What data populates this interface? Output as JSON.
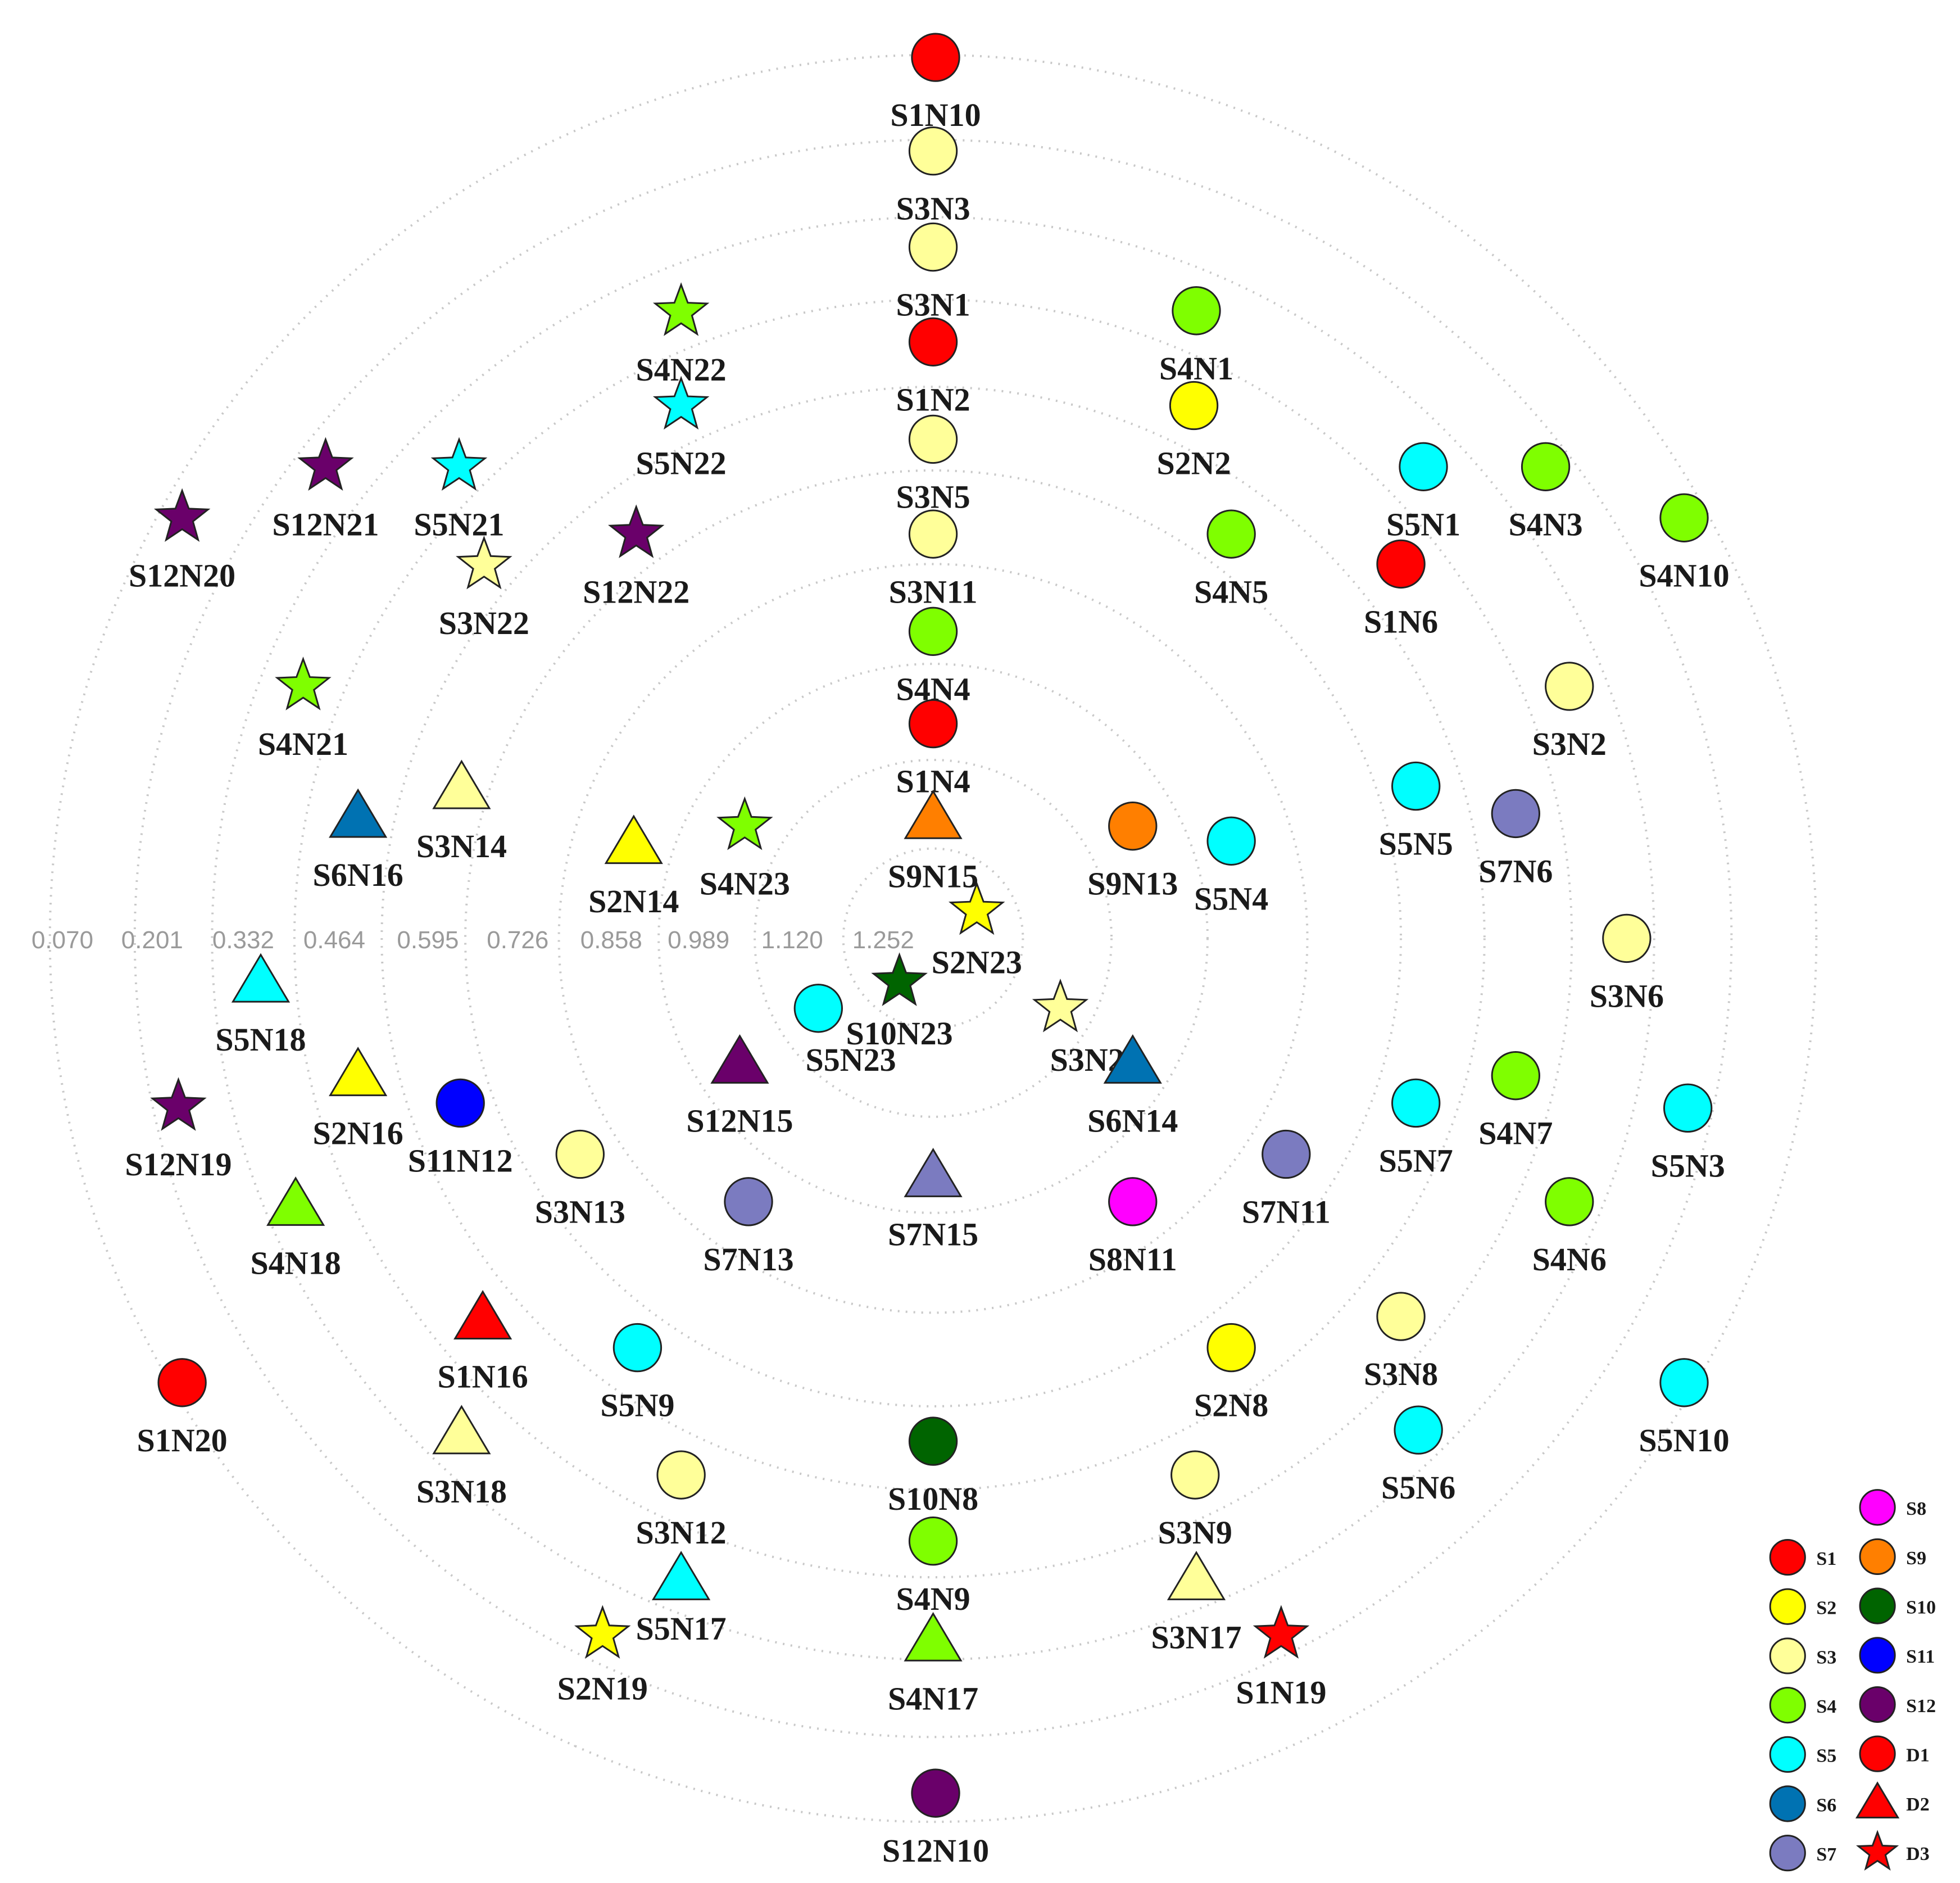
{
  "ring_labels": [
    "0.070",
    "0.201",
    "0.332",
    "0.464",
    "0.595",
    "0.726",
    "0.858",
    "0.989",
    "1.120",
    "1.252"
  ],
  "series_colors": {
    "S1": "#ff0000",
    "S2": "#ffff00",
    "S3": "#ffff99",
    "S4": "#7fff00",
    "S5": "#00ffff",
    "S6": "#0072b2",
    "S7": "#7b7bc0",
    "S8": "#ff00ff",
    "S9": "#ff7f00",
    "S10": "#006400",
    "S11": "#0000ff",
    "S12": "#6a006a"
  },
  "nodes": [
    {
      "label": "S1N10",
      "series": "S1",
      "shape": "circle"
    },
    {
      "label": "S3N3",
      "series": "S3",
      "shape": "circle"
    },
    {
      "label": "S3N1",
      "series": "S3",
      "shape": "circle"
    },
    {
      "label": "S1N2",
      "series": "S1",
      "shape": "circle"
    },
    {
      "label": "S3N5",
      "series": "S3",
      "shape": "circle"
    },
    {
      "label": "S3N11",
      "series": "S3",
      "shape": "circle"
    },
    {
      "label": "S4N4",
      "series": "S4",
      "shape": "circle"
    },
    {
      "label": "S1N4",
      "series": "S1",
      "shape": "circle"
    },
    {
      "label": "S9N15",
      "series": "S9",
      "shape": "triangle"
    },
    {
      "label": "S4N22",
      "series": "S4",
      "shape": "star"
    },
    {
      "label": "S5N22",
      "series": "S5",
      "shape": "star"
    },
    {
      "label": "S12N22",
      "series": "S12",
      "shape": "star"
    },
    {
      "label": "S12N21",
      "series": "S12",
      "shape": "star"
    },
    {
      "label": "S5N21",
      "series": "S5",
      "shape": "star"
    },
    {
      "label": "S3N22",
      "series": "S3",
      "shape": "star"
    },
    {
      "label": "S12N20",
      "series": "S12",
      "shape": "star"
    },
    {
      "label": "S4N21",
      "series": "S4",
      "shape": "star"
    },
    {
      "label": "S4N1",
      "series": "S4",
      "shape": "circle"
    },
    {
      "label": "S2N2",
      "series": "S2",
      "shape": "circle"
    },
    {
      "label": "S4N5",
      "series": "S4",
      "shape": "circle"
    },
    {
      "label": "S5N1",
      "series": "S5",
      "shape": "circle"
    },
    {
      "label": "S1N6",
      "series": "S1",
      "shape": "circle"
    },
    {
      "label": "S4N3",
      "series": "S4",
      "shape": "circle"
    },
    {
      "label": "S4N10",
      "series": "S4",
      "shape": "circle"
    },
    {
      "label": "S3N2",
      "series": "S3",
      "shape": "circle"
    },
    {
      "label": "S5N5",
      "series": "S5",
      "shape": "circle"
    },
    {
      "label": "S7N6",
      "series": "S7",
      "shape": "circle"
    },
    {
      "label": "S3N6",
      "series": "S3",
      "shape": "circle"
    },
    {
      "label": "S9N13",
      "series": "S9",
      "shape": "circle"
    },
    {
      "label": "S5N4",
      "series": "S5",
      "shape": "circle"
    },
    {
      "label": "S2N23",
      "series": "S2",
      "shape": "star"
    },
    {
      "label": "S10N23",
      "series": "S10",
      "shape": "star"
    },
    {
      "label": "S3N23",
      "series": "S3",
      "shape": "star"
    },
    {
      "label": "S5N23",
      "series": "S5",
      "shape": "circle"
    },
    {
      "label": "S12N15",
      "series": "S12",
      "shape": "triangle"
    },
    {
      "label": "S6N14",
      "series": "S6",
      "shape": "triangle"
    },
    {
      "label": "S4N23",
      "series": "S4",
      "shape": "star"
    },
    {
      "label": "S2N14",
      "series": "S2",
      "shape": "triangle"
    },
    {
      "label": "S3N14",
      "series": "S3",
      "shape": "triangle"
    },
    {
      "label": "S6N16",
      "series": "S6",
      "shape": "triangle"
    },
    {
      "label": "S5N18",
      "series": "S5",
      "shape": "triangle"
    },
    {
      "label": "S2N16",
      "series": "S2",
      "shape": "triangle"
    },
    {
      "label": "S11N12",
      "series": "S11",
      "shape": "circle"
    },
    {
      "label": "S12N19",
      "series": "S12",
      "shape": "star"
    },
    {
      "label": "S4N18",
      "series": "S4",
      "shape": "triangle"
    },
    {
      "label": "S3N13",
      "series": "S3",
      "shape": "circle"
    },
    {
      "label": "S7N13",
      "series": "S7",
      "shape": "circle"
    },
    {
      "label": "S7N15",
      "series": "S7",
      "shape": "triangle"
    },
    {
      "label": "S8N11",
      "series": "S8",
      "shape": "circle"
    },
    {
      "label": "S7N11",
      "series": "S7",
      "shape": "circle"
    },
    {
      "label": "S5N7",
      "series": "S5",
      "shape": "circle"
    },
    {
      "label": "S4N7",
      "series": "S4",
      "shape": "circle"
    },
    {
      "label": "S5N3",
      "series": "S5",
      "shape": "circle"
    },
    {
      "label": "S4N6",
      "series": "S4",
      "shape": "circle"
    },
    {
      "label": "S3N8",
      "series": "S3",
      "shape": "circle"
    },
    {
      "label": "S2N8",
      "series": "S2",
      "shape": "circle"
    },
    {
      "label": "S5N6",
      "series": "S5",
      "shape": "circle"
    },
    {
      "label": "S5N10",
      "series": "S5",
      "shape": "circle"
    },
    {
      "label": "S1N16",
      "series": "S1",
      "shape": "triangle"
    },
    {
      "label": "S5N9",
      "series": "S5",
      "shape": "circle"
    },
    {
      "label": "S1N20",
      "series": "S1",
      "shape": "circle"
    },
    {
      "label": "S3N18",
      "series": "S3",
      "shape": "triangle"
    },
    {
      "label": "S3N12",
      "series": "S3",
      "shape": "circle"
    },
    {
      "label": "S10N8",
      "series": "S10",
      "shape": "circle"
    },
    {
      "label": "S4N9",
      "series": "S4",
      "shape": "circle"
    },
    {
      "label": "S3N9",
      "series": "S3",
      "shape": "circle"
    },
    {
      "label": "S5N17",
      "series": "S5",
      "shape": "triangle"
    },
    {
      "label": "S2N19",
      "series": "S2",
      "shape": "star"
    },
    {
      "label": "S4N17",
      "series": "S4",
      "shape": "triangle"
    },
    {
      "label": "S3N17",
      "series": "S3",
      "shape": "triangle"
    },
    {
      "label": "S1N19",
      "series": "S1",
      "shape": "star"
    },
    {
      "label": "S12N10",
      "series": "S12",
      "shape": "circle"
    }
  ],
  "legend": {
    "left": [
      {
        "label": "S1",
        "series": "S1",
        "shape": "circle"
      },
      {
        "label": "S2",
        "series": "S2",
        "shape": "circle"
      },
      {
        "label": "S3",
        "series": "S3",
        "shape": "circle"
      },
      {
        "label": "S4",
        "series": "S4",
        "shape": "circle"
      },
      {
        "label": "S5",
        "series": "S5",
        "shape": "circle"
      },
      {
        "label": "S6",
        "series": "S6",
        "shape": "circle"
      },
      {
        "label": "S7",
        "series": "S7",
        "shape": "circle"
      }
    ],
    "right": [
      {
        "label": "S8",
        "series": "S8",
        "shape": "circle"
      },
      {
        "label": "S9",
        "series": "S9",
        "shape": "circle"
      },
      {
        "label": "S10",
        "series": "S10",
        "shape": "circle"
      },
      {
        "label": "S11",
        "series": "S11",
        "shape": "circle"
      },
      {
        "label": "S12",
        "series": "S12",
        "shape": "circle"
      },
      {
        "label": "D1",
        "series": "S1",
        "shape": "circle"
      },
      {
        "label": "D2",
        "series": "S1",
        "shape": "triangle"
      },
      {
        "label": "D3",
        "series": "S1",
        "shape": "star"
      }
    ]
  }
}
